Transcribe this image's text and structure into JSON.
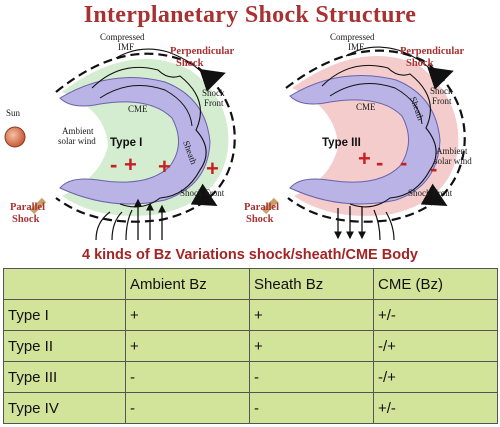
{
  "title": "Interplanetary Shock Structure",
  "diagram": {
    "sun": "Sun",
    "left": {
      "compressed_imf": [
        "Compressed",
        "IMF"
      ],
      "perpendicular_shock": [
        "Perpendicular",
        "Shock"
      ],
      "shock_front_top": [
        "Shock",
        "Front"
      ],
      "cme": "CME",
      "sheath": "Sheath",
      "ambient_solar_wind": [
        "Ambient",
        "solar wind"
      ],
      "type": "Type I",
      "signs": [
        "-",
        "+",
        "+",
        "+"
      ],
      "shock_front_bottom": "Shock Front",
      "parallel_shock": [
        "Parallel",
        "Shock"
      ]
    },
    "right": {
      "compressed_imf": [
        "Compressed",
        "IMF"
      ],
      "perpendicular_shock": [
        "Perpendicular",
        "Shock"
      ],
      "shock_front_top": [
        "Shock",
        "Front"
      ],
      "cme": "CME",
      "sheath": "Sheath",
      "ambient_solar_wind": [
        "Ambient",
        "solar wind"
      ],
      "type": "Type III",
      "signs": [
        "+",
        "-",
        "-",
        "-"
      ],
      "shock_front_bottom": "Shock Front",
      "parallel_shock": [
        "Parallel",
        "Shock"
      ]
    }
  },
  "subtitle": "4 kinds of Bz Variations shock/sheath/CME Body",
  "table": {
    "headers": [
      "",
      "Ambient Bz",
      "Sheath Bz",
      "CME (Bz)"
    ],
    "rows": [
      [
        "Type I",
        "+",
        "+",
        "+/-"
      ],
      [
        "Type II",
        "+",
        "+",
        "-/+"
      ],
      [
        "Type III",
        "-",
        "-",
        "-/+"
      ],
      [
        "Type IV",
        "-",
        "-",
        "+/-"
      ]
    ]
  },
  "colors": {
    "title": "#a83232",
    "left_sheath_fill": "#d4ecd0",
    "right_sheath_fill": "#f4cccc",
    "cme_fill": "#b9b3e6",
    "sign_color": "#c62020",
    "table_fill": "#d2e49a"
  }
}
